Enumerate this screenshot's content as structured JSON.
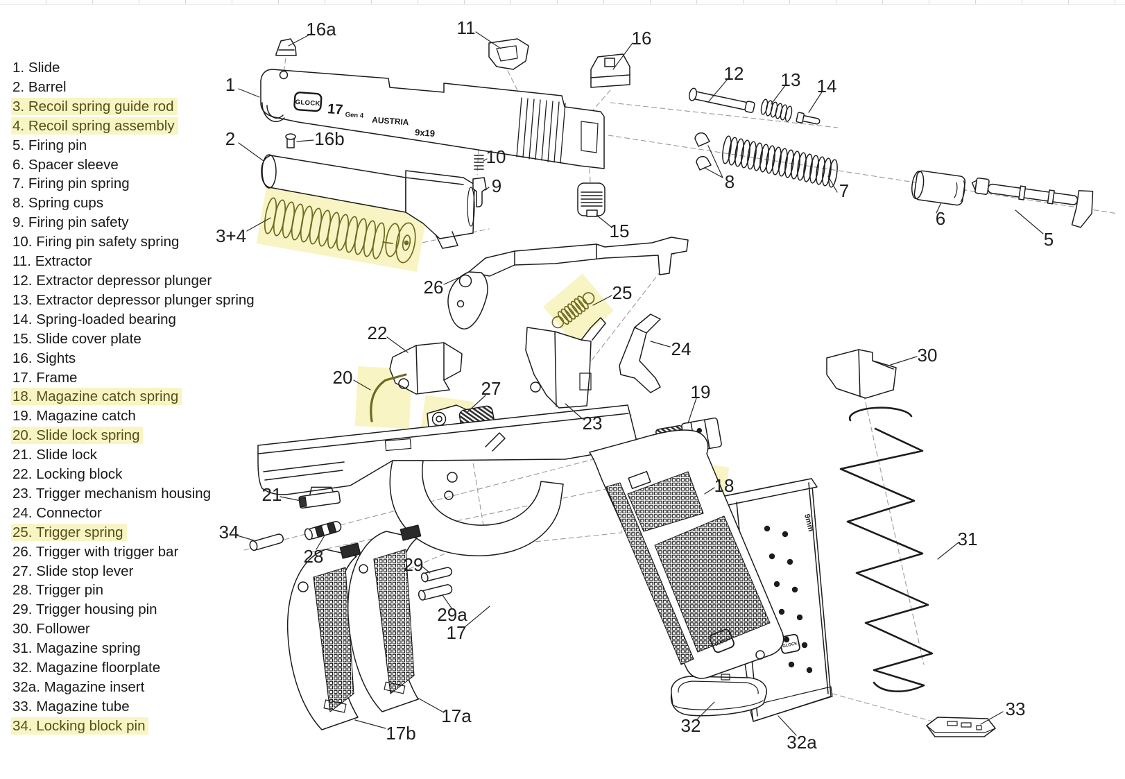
{
  "parts_list": {
    "highlight_color": "#f8f5c4",
    "items": [
      {
        "num": "1.",
        "label": "Slide",
        "highlighted": false
      },
      {
        "num": "2.",
        "label": "Barrel",
        "highlighted": false
      },
      {
        "num": "3.",
        "label": "Recoil spring guide rod",
        "highlighted": true
      },
      {
        "num": "4.",
        "label": "Recoil spring assembly",
        "highlighted": true
      },
      {
        "num": "5.",
        "label": "Firing pin",
        "highlighted": false
      },
      {
        "num": "6.",
        "label": "Spacer sleeve",
        "highlighted": false
      },
      {
        "num": "7.",
        "label": "Firing pin spring",
        "highlighted": false
      },
      {
        "num": "8.",
        "label": "Spring cups",
        "highlighted": false
      },
      {
        "num": "9.",
        "label": "Firing pin safety",
        "highlighted": false
      },
      {
        "num": "10.",
        "label": "Firing pin safety spring",
        "highlighted": false
      },
      {
        "num": "11.",
        "label": "Extractor",
        "highlighted": false
      },
      {
        "num": "12.",
        "label": "Extractor depressor plunger",
        "highlighted": false
      },
      {
        "num": "13.",
        "label": "Extractor depressor plunger spring",
        "highlighted": false
      },
      {
        "num": "14.",
        "label": "Spring-loaded bearing",
        "highlighted": false
      },
      {
        "num": "15.",
        "label": "Slide cover plate",
        "highlighted": false
      },
      {
        "num": "16.",
        "label": "Sights",
        "highlighted": false
      },
      {
        "num": "17.",
        "label": "Frame",
        "highlighted": false
      },
      {
        "num": "18.",
        "label": "Magazine catch spring",
        "highlighted": true
      },
      {
        "num": "19.",
        "label": "Magazine catch",
        "highlighted": false
      },
      {
        "num": "20.",
        "label": "Slide lock spring",
        "highlighted": true
      },
      {
        "num": "21.",
        "label": "Slide lock",
        "highlighted": false
      },
      {
        "num": "22.",
        "label": "Locking block",
        "highlighted": false
      },
      {
        "num": "23.",
        "label": "Trigger mechanism housing",
        "highlighted": false
      },
      {
        "num": "24.",
        "label": "Connector",
        "highlighted": false
      },
      {
        "num": "25.",
        "label": "Trigger spring",
        "highlighted": true
      },
      {
        "num": "26.",
        "label": "Trigger with trigger bar",
        "highlighted": false
      },
      {
        "num": "27.",
        "label": "Slide stop lever",
        "highlighted": false
      },
      {
        "num": "28.",
        "label": "Trigger pin",
        "highlighted": false
      },
      {
        "num": "29.",
        "label": "Trigger housing pin",
        "highlighted": false
      },
      {
        "num": "30.",
        "label": "Follower",
        "highlighted": false
      },
      {
        "num": "31.",
        "label": "Magazine spring",
        "highlighted": false
      },
      {
        "num": "32.",
        "label": "Magazine floorplate",
        "highlighted": false
      },
      {
        "num": "32a.",
        "label": "Magazine insert",
        "highlighted": false
      },
      {
        "num": "33.",
        "label": "Magazine tube",
        "highlighted": false
      },
      {
        "num": "34.",
        "label": "Locking block pin",
        "highlighted": true
      }
    ]
  },
  "diagram": {
    "markings": {
      "logo": "GLOCK",
      "model": "17",
      "gen": "Gen 4",
      "country": "AUSTRIA",
      "caliber": "9x19",
      "mag_caliber": "9mm"
    },
    "callouts": [
      {
        "id": "1",
        "label": "1"
      },
      {
        "id": "2",
        "label": "2"
      },
      {
        "id": "3-4",
        "label": "3+4"
      },
      {
        "id": "5",
        "label": "5"
      },
      {
        "id": "6",
        "label": "6"
      },
      {
        "id": "7",
        "label": "7"
      },
      {
        "id": "8",
        "label": "8"
      },
      {
        "id": "9",
        "label": "9"
      },
      {
        "id": "10",
        "label": "10"
      },
      {
        "id": "11",
        "label": "11"
      },
      {
        "id": "12",
        "label": "12"
      },
      {
        "id": "13",
        "label": "13"
      },
      {
        "id": "14",
        "label": "14"
      },
      {
        "id": "15",
        "label": "15"
      },
      {
        "id": "16",
        "label": "16"
      },
      {
        "id": "16a",
        "label": "16a"
      },
      {
        "id": "16b",
        "label": "16b"
      },
      {
        "id": "17",
        "label": "17"
      },
      {
        "id": "17a",
        "label": "17a"
      },
      {
        "id": "17b",
        "label": "17b"
      },
      {
        "id": "18",
        "label": "18"
      },
      {
        "id": "19",
        "label": "19"
      },
      {
        "id": "20",
        "label": "20"
      },
      {
        "id": "21",
        "label": "21"
      },
      {
        "id": "22",
        "label": "22"
      },
      {
        "id": "23",
        "label": "23"
      },
      {
        "id": "24",
        "label": "24"
      },
      {
        "id": "25",
        "label": "25"
      },
      {
        "id": "26",
        "label": "26"
      },
      {
        "id": "27",
        "label": "27"
      },
      {
        "id": "28",
        "label": "28"
      },
      {
        "id": "29",
        "label": "29"
      },
      {
        "id": "29a",
        "label": "29a"
      },
      {
        "id": "30",
        "label": "30"
      },
      {
        "id": "31",
        "label": "31"
      },
      {
        "id": "32",
        "label": "32"
      },
      {
        "id": "32a",
        "label": "32a"
      },
      {
        "id": "33",
        "label": "33"
      },
      {
        "id": "34",
        "label": "34"
      }
    ],
    "colors": {
      "line": "#1c1c1c",
      "dashed": "#9a9a9a",
      "highlight_fill": "#f8f4c3",
      "highlight_stroke": "#6e6a20"
    }
  }
}
